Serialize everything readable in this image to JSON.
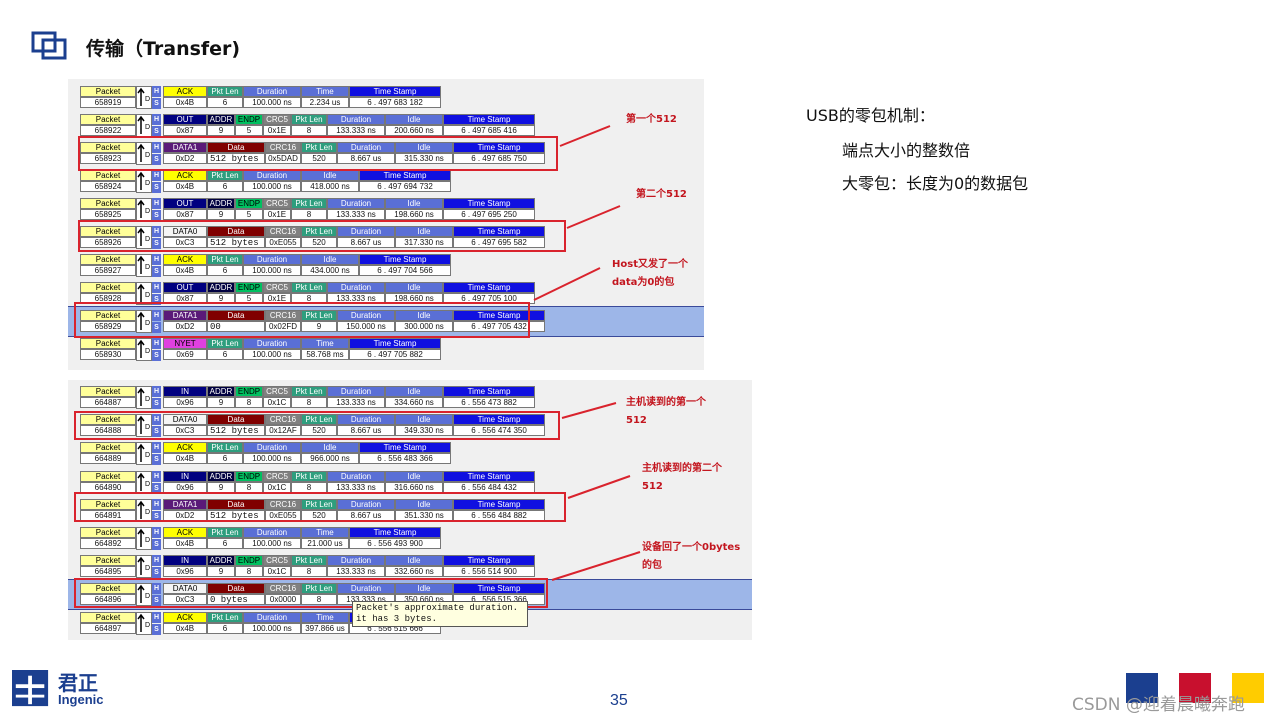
{
  "header": {
    "title": "传输（Transfer)"
  },
  "explanation": {
    "heading": "USB的零包机制：",
    "items": [
      "端点大小的整数倍",
      "大零包：长度为0的数据包"
    ]
  },
  "colors": {
    "packet": "#ffff99",
    "ack": "#ffff00",
    "nyet": "#e040e0",
    "pkt_len": "#2e9e7e",
    "duration": "#5a6fd6",
    "time": "#5a6fd6",
    "idle": "#5a6fd6",
    "timestamp": "#1010e0",
    "out_in": "#000080",
    "addr": "#000040",
    "endp": "#00c060",
    "crc5": "#808080",
    "crc16": "#808080",
    "data1": "#5a1a78",
    "data0": "#f5f5f5",
    "data": "#800000",
    "highlight": "#9db6e8",
    "annotation": "#c3161f",
    "brand": "#1b3f8f"
  },
  "capture_top": {
    "rows": [
      {
        "fields": [
          [
            "Packet",
            "658919"
          ],
          [
            "ACK",
            "0x4B"
          ],
          [
            "Pkt Len",
            "6"
          ],
          [
            "Duration",
            "100.000 ns"
          ],
          [
            "Time",
            "2.234 us"
          ],
          [
            "Time Stamp",
            "6 . 497 683 182"
          ]
        ]
      },
      {
        "fields": [
          [
            "Packet",
            "658922"
          ],
          [
            "OUT",
            "0x87"
          ],
          [
            "ADDR",
            "9"
          ],
          [
            "ENDP",
            "5"
          ],
          [
            "CRC5",
            "0x1E"
          ],
          [
            "Pkt Len",
            "8"
          ],
          [
            "Duration",
            "133.333 ns"
          ],
          [
            "Idle",
            "200.660 ns"
          ],
          [
            "Time Stamp",
            "6 . 497 685 416"
          ]
        ]
      },
      {
        "fields": [
          [
            "Packet",
            "658923"
          ],
          [
            "DATA1",
            "0xD2"
          ],
          [
            "Data",
            "512 bytes"
          ],
          [
            "CRC16",
            "0x5DAD"
          ],
          [
            "Pkt Len",
            "520"
          ],
          [
            "Duration",
            "8.667 us"
          ],
          [
            "Idle",
            "315.330 ns"
          ],
          [
            "Time Stamp",
            "6 . 497 685 750"
          ]
        ]
      },
      {
        "fields": [
          [
            "Packet",
            "658924"
          ],
          [
            "ACK",
            "0x4B"
          ],
          [
            "Pkt Len",
            "6"
          ],
          [
            "Duration",
            "100.000 ns"
          ],
          [
            "Idle",
            "418.000 ns"
          ],
          [
            "Time Stamp",
            "6 . 497 694 732"
          ]
        ]
      },
      {
        "fields": [
          [
            "Packet",
            "658925"
          ],
          [
            "OUT",
            "0x87"
          ],
          [
            "ADDR",
            "9"
          ],
          [
            "ENDP",
            "5"
          ],
          [
            "CRC5",
            "0x1E"
          ],
          [
            "Pkt Len",
            "8"
          ],
          [
            "Duration",
            "133.333 ns"
          ],
          [
            "Idle",
            "198.660 ns"
          ],
          [
            "Time Stamp",
            "6 . 497 695 250"
          ]
        ]
      },
      {
        "fields": [
          [
            "Packet",
            "658926"
          ],
          [
            "DATA0",
            "0xC3"
          ],
          [
            "Data",
            "512 bytes"
          ],
          [
            "CRC16",
            "0xE055"
          ],
          [
            "Pkt Len",
            "520"
          ],
          [
            "Duration",
            "8.667 us"
          ],
          [
            "Idle",
            "317.330 ns"
          ],
          [
            "Time Stamp",
            "6 . 497 695 582"
          ]
        ]
      },
      {
        "fields": [
          [
            "Packet",
            "658927"
          ],
          [
            "ACK",
            "0x4B"
          ],
          [
            "Pkt Len",
            "6"
          ],
          [
            "Duration",
            "100.000 ns"
          ],
          [
            "Idle",
            "434.000 ns"
          ],
          [
            "Time Stamp",
            "6 . 497 704 566"
          ]
        ]
      },
      {
        "fields": [
          [
            "Packet",
            "658928"
          ],
          [
            "OUT",
            "0x87"
          ],
          [
            "ADDR",
            "9"
          ],
          [
            "ENDP",
            "5"
          ],
          [
            "CRC5",
            "0x1E"
          ],
          [
            "Pkt Len",
            "8"
          ],
          [
            "Duration",
            "133.333 ns"
          ],
          [
            "Idle",
            "198.660 ns"
          ],
          [
            "Time Stamp",
            "6 . 497 705 100"
          ]
        ]
      },
      {
        "fields": [
          [
            "Packet",
            "658929"
          ],
          [
            "DATA1",
            "0xD2"
          ],
          [
            "Data",
            "00"
          ],
          [
            "CRC16",
            "0x02FD"
          ],
          [
            "Pkt Len",
            "9"
          ],
          [
            "Duration",
            "150.000 ns"
          ],
          [
            "Idle",
            "300.000 ns"
          ],
          [
            "Time Stamp",
            "6 . 497 705 432"
          ]
        ]
      },
      {
        "fields": [
          [
            "Packet",
            "658930"
          ],
          [
            "NYET",
            "0x69"
          ],
          [
            "Pkt Len",
            "6"
          ],
          [
            "Duration",
            "100.000 ns"
          ],
          [
            "Time",
            "58.768 ms"
          ],
          [
            "Time Stamp",
            "6 . 497 705 882"
          ]
        ]
      }
    ],
    "notes": [
      "第一个512",
      "第二个512",
      "Host又发了一个",
      "data为0的包"
    ]
  },
  "capture_bottom": {
    "rows": [
      {
        "fields": [
          [
            "Packet",
            "664887"
          ],
          [
            "IN",
            "0x96"
          ],
          [
            "ADDR",
            "9"
          ],
          [
            "ENDP",
            "8"
          ],
          [
            "CRC5",
            "0x1C"
          ],
          [
            "Pkt Len",
            "8"
          ],
          [
            "Duration",
            "133.333 ns"
          ],
          [
            "Idle",
            "334.660 ns"
          ],
          [
            "Time Stamp",
            "6 . 556 473 882"
          ]
        ]
      },
      {
        "fields": [
          [
            "Packet",
            "664888"
          ],
          [
            "DATA0",
            "0xC3"
          ],
          [
            "Data",
            "512 bytes"
          ],
          [
            "CRC16",
            "0x12AF"
          ],
          [
            "Pkt Len",
            "520"
          ],
          [
            "Duration",
            "8.667 us"
          ],
          [
            "Idle",
            "349.330 ns"
          ],
          [
            "Time Stamp",
            "6 . 556 474 350"
          ]
        ]
      },
      {
        "fields": [
          [
            "Packet",
            "664889"
          ],
          [
            "ACK",
            "0x4B"
          ],
          [
            "Pkt Len",
            "6"
          ],
          [
            "Duration",
            "100.000 ns"
          ],
          [
            "Idle",
            "966.000 ns"
          ],
          [
            "Time Stamp",
            "6 . 556 483 366"
          ]
        ]
      },
      {
        "fields": [
          [
            "Packet",
            "664890"
          ],
          [
            "IN",
            "0x96"
          ],
          [
            "ADDR",
            "9"
          ],
          [
            "ENDP",
            "8"
          ],
          [
            "CRC5",
            "0x1C"
          ],
          [
            "Pkt Len",
            "8"
          ],
          [
            "Duration",
            "133.333 ns"
          ],
          [
            "Idle",
            "316.660 ns"
          ],
          [
            "Time Stamp",
            "6 . 556 484 432"
          ]
        ]
      },
      {
        "fields": [
          [
            "Packet",
            "664891"
          ],
          [
            "DATA1",
            "0xD2"
          ],
          [
            "Data",
            "512 bytes"
          ],
          [
            "CRC16",
            "0xE055"
          ],
          [
            "Pkt Len",
            "520"
          ],
          [
            "Duration",
            "8.667 us"
          ],
          [
            "Idle",
            "351.330 ns"
          ],
          [
            "Time Stamp",
            "6 . 556 484 882"
          ]
        ]
      },
      {
        "fields": [
          [
            "Packet",
            "664892"
          ],
          [
            "ACK",
            "0x4B"
          ],
          [
            "Pkt Len",
            "6"
          ],
          [
            "Duration",
            "100.000 ns"
          ],
          [
            "Time",
            "21.000 us"
          ],
          [
            "Time Stamp",
            "6 . 556 493 900"
          ]
        ]
      },
      {
        "fields": [
          [
            "Packet",
            "664895"
          ],
          [
            "IN",
            "0x96"
          ],
          [
            "ADDR",
            "9"
          ],
          [
            "ENDP",
            "8"
          ],
          [
            "CRC5",
            "0x1C"
          ],
          [
            "Pkt Len",
            "8"
          ],
          [
            "Duration",
            "133.333 ns"
          ],
          [
            "Idle",
            "332.660 ns"
          ],
          [
            "Time Stamp",
            "6 . 556 514 900"
          ]
        ]
      },
      {
        "fields": [
          [
            "Packet",
            "664896"
          ],
          [
            "DATA0",
            "0xC3"
          ],
          [
            "Data",
            "0 bytes"
          ],
          [
            "CRC16",
            "0x0000"
          ],
          [
            "Pkt Len",
            "8"
          ],
          [
            "Duration",
            "133.333 ns"
          ],
          [
            "Idle",
            "350.660 ns"
          ],
          [
            "Time Stamp",
            "6 . 556 515 366"
          ]
        ]
      },
      {
        "fields": [
          [
            "Packet",
            "664897"
          ],
          [
            "ACK",
            "0x4B"
          ],
          [
            "Pkt Len",
            "6"
          ],
          [
            "Duration",
            "100.000 ns"
          ],
          [
            "Time",
            "397.866 us"
          ],
          [
            "Time Stamp",
            "6 . 556 515 666"
          ]
        ]
      }
    ],
    "notes": [
      "主机读到的第一个",
      "512",
      "主机读到的第二个",
      "512",
      "设备回了一个0bytes",
      "的包"
    ],
    "tooltip": "Packet's approximate duration.\nit has 3 bytes."
  },
  "footer": {
    "logo_cn": "君正",
    "logo_en": "Ingenic",
    "page_number": "35",
    "watermark": "CSDN @迎着晨曦奔跑"
  }
}
